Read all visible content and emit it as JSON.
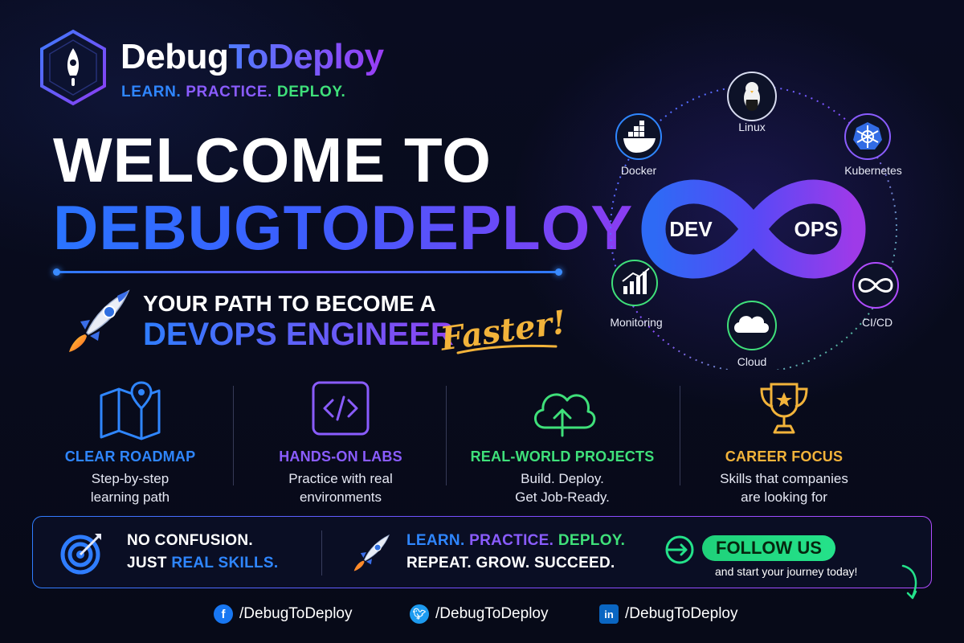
{
  "brand": {
    "name_part1": "Debug",
    "name_part2": "ToDeploy",
    "tagline": [
      "LEARN.",
      "PRACTICE.",
      "DEPLOY."
    ]
  },
  "hero": {
    "line1": "WELCOME TO",
    "line2": "DEBUGTODEPLOY",
    "subtitle_line1": "YOUR PATH TO BECOME A",
    "subtitle_line2": "DEVOPS ENGINEER",
    "accent_word": "Faster!"
  },
  "diagram": {
    "left_label": "DEV",
    "right_label": "OPS",
    "tools": [
      "Linux",
      "Kubernetes",
      "CI/CD",
      "Cloud",
      "Monitoring",
      "Docker"
    ]
  },
  "features": [
    {
      "title": "CLEAR ROADMAP",
      "desc_line1": "Step-by-step",
      "desc_line2": "learning path",
      "color": "#2f86ff",
      "icon": "map-pin-icon"
    },
    {
      "title": "HANDS-ON LABS",
      "desc_line1": "Practice with real",
      "desc_line2": "environments",
      "color": "#8a5cff",
      "icon": "code-icon"
    },
    {
      "title": "REAL-WORLD PROJECTS",
      "desc_line1": "Build. Deploy.",
      "desc_line2": "Get Job-Ready.",
      "color": "#3fe07a",
      "icon": "cloud-upload-icon"
    },
    {
      "title": "CAREER FOCUS",
      "desc_line1": "Skills that companies",
      "desc_line2": "are looking for",
      "color": "#f2b33a",
      "icon": "trophy-icon"
    }
  ],
  "banner": {
    "left_line1": "NO CONFUSION.",
    "left_line2_prefix": "JUST ",
    "left_line2_highlight": "REAL SKILLS.",
    "mid_line1": [
      "LEARN.",
      "PRACTICE.",
      "DEPLOY."
    ],
    "mid_line2": "REPEAT. GROW. SUCCEED.",
    "follow_label": "FOLLOW US",
    "follow_sub": "and start your journey today!"
  },
  "socials": [
    {
      "network": "facebook",
      "handle": "/DebugToDeploy",
      "icon": "facebook-icon",
      "color": "#1877f2"
    },
    {
      "network": "twitter",
      "handle": "/DebugToDeploy",
      "icon": "twitter-icon",
      "color": "#1d9bf0"
    },
    {
      "network": "linkedin",
      "handle": "/DebugToDeploy",
      "icon": "linkedin-icon",
      "color": "#0a66c2"
    }
  ],
  "colors": {
    "background": "#080b1d",
    "blue": "#2f86ff",
    "purple": "#8a5cff",
    "green": "#3fe07a",
    "gold": "#f2b33a"
  }
}
